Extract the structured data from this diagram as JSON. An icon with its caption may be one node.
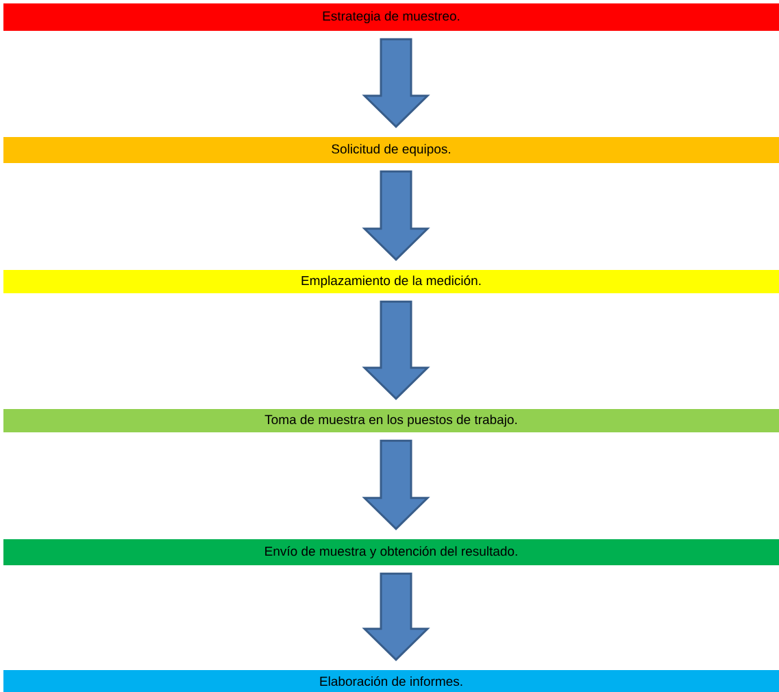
{
  "diagram": {
    "nodes": [
      {
        "text": [
          "Estrategia de muestreo."
        ]
      },
      {
        "text": [
          "Solicitud de equipos."
        ]
      },
      {
        "text": [
          "Emplazamiento de la medición."
        ]
      },
      {
        "text": [
          "Toma de muestra en los puestos de trabajo."
        ]
      },
      {
        "text": [
          "Envío de muestra y obtención del resultado."
        ]
      },
      {
        "text": [
          "Elaboración de informes."
        ]
      }
    ],
    "edges": [
      {
        "from": 0,
        "to": 1,
        "arrow": "to"
      },
      {
        "from": 1,
        "to": 2,
        "arrow": "to"
      },
      {
        "from": 2,
        "to": 3,
        "arrow": "to"
      },
      {
        "from": 3,
        "to": 4,
        "arrow": "to"
      },
      {
        "from": 4,
        "to": 5,
        "arrow": "to"
      }
    ]
  }
}
